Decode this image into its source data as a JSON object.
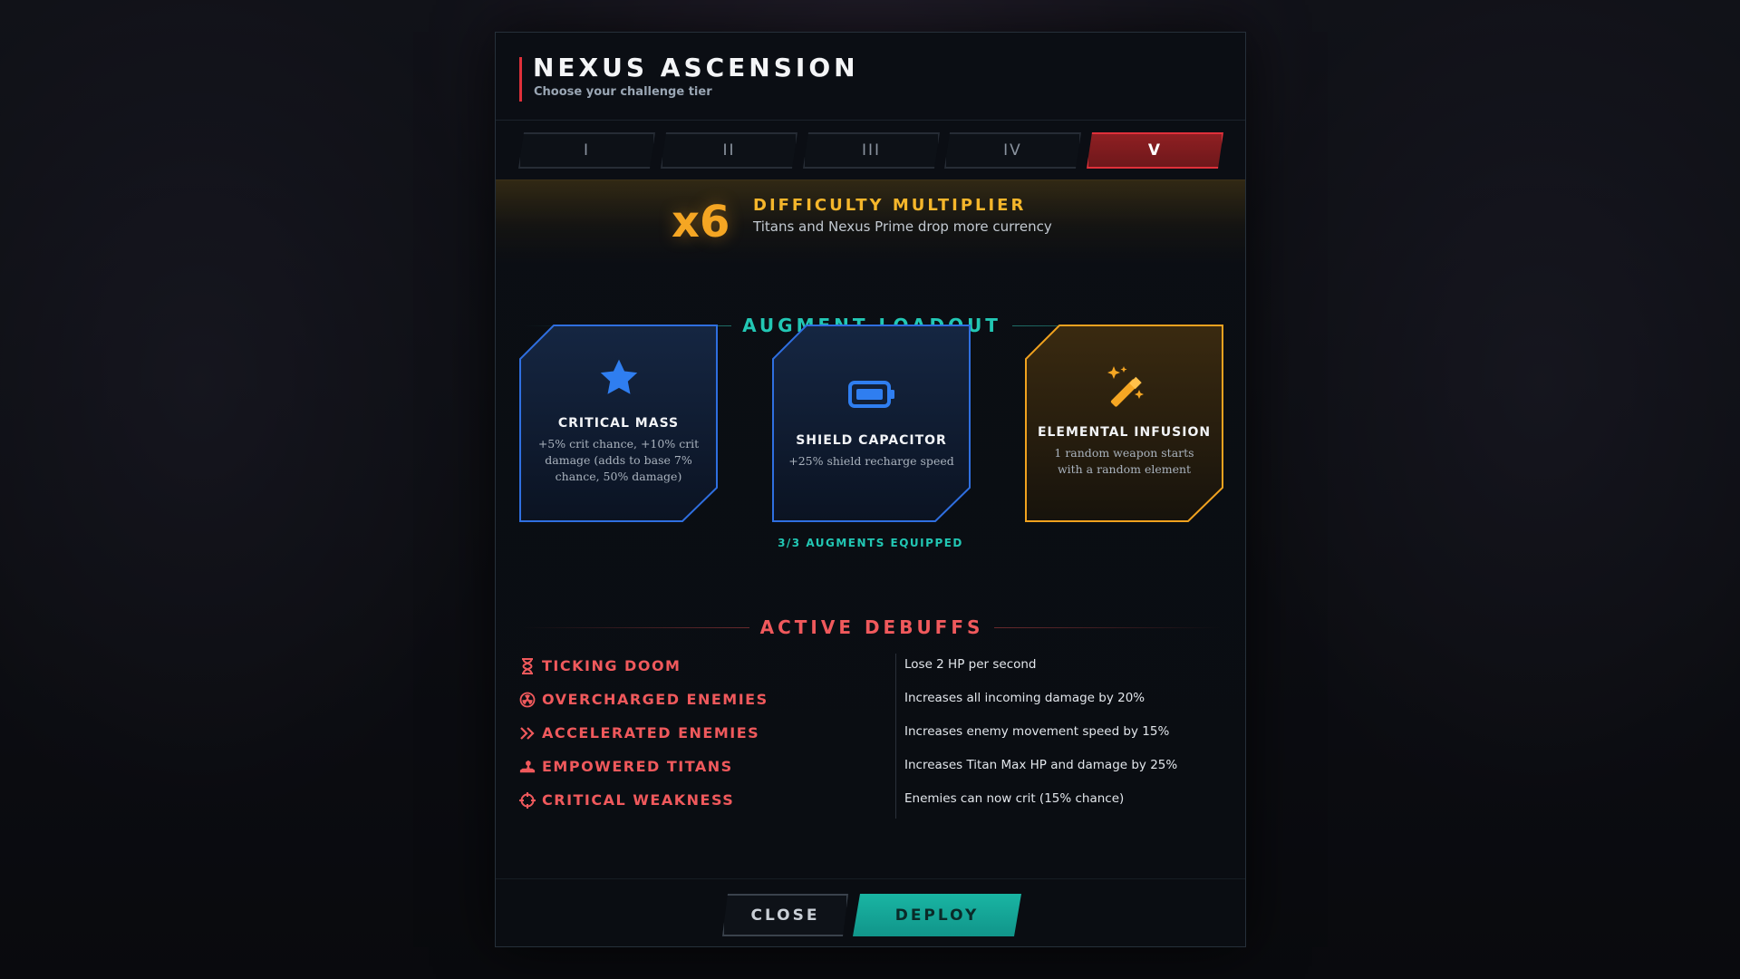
{
  "colors": {
    "accent_red": "#e0303a",
    "debuff_red": "#f0595c",
    "teal": "#22c7b4",
    "gold": "#f5a623",
    "card_blue": "#2f6fe0",
    "card_gold": "#f0a21f"
  },
  "header": {
    "title": "NEXUS ASCENSION",
    "subtitle": "Choose your challenge tier"
  },
  "tiers": {
    "items": [
      "I",
      "II",
      "III",
      "IV",
      "V"
    ],
    "selected": "V"
  },
  "difficulty": {
    "multiplier": "x6",
    "title": "DIFFICULTY MULTIPLIER",
    "subtitle": "Titans and Nexus Prime drop more currency"
  },
  "augments": {
    "heading": "AUGMENT LOADOUT",
    "equipped_label": "3/3 AUGMENTS EQUIPPED",
    "cards": [
      {
        "icon": "star-icon",
        "name": "CRITICAL MASS",
        "description": "+5% crit chance, +10% crit damage (adds to base 7% chance, 50% damage)"
      },
      {
        "icon": "battery-icon",
        "name": "SHIELD CAPACITOR",
        "description": "+25% shield recharge speed"
      },
      {
        "icon": "magic-wand-icon",
        "name": "ELEMENTAL INFUSION",
        "description": "1 random weapon starts with a random element"
      }
    ]
  },
  "debuffs": {
    "heading": "ACTIVE DEBUFFS",
    "items": [
      {
        "icon": "hourglass-icon",
        "name": "TICKING DOOM",
        "description": "Lose 2 HP per second"
      },
      {
        "icon": "radiation-icon",
        "name": "OVERCHARGED ENEMIES",
        "description": "Increases all incoming damage by 20%"
      },
      {
        "icon": "double-chevron-icon",
        "name": "ACCELERATED ENEMIES",
        "description": "Increases enemy movement speed by 15%"
      },
      {
        "icon": "titan-icon",
        "name": "EMPOWERED TITANS",
        "description": "Increases Titan Max HP and damage by 25%"
      },
      {
        "icon": "crosshair-icon",
        "name": "CRITICAL WEAKNESS",
        "description": "Enemies can now crit (15% chance)"
      }
    ]
  },
  "footer": {
    "close_label": "CLOSE",
    "deploy_label": "DEPLOY"
  }
}
